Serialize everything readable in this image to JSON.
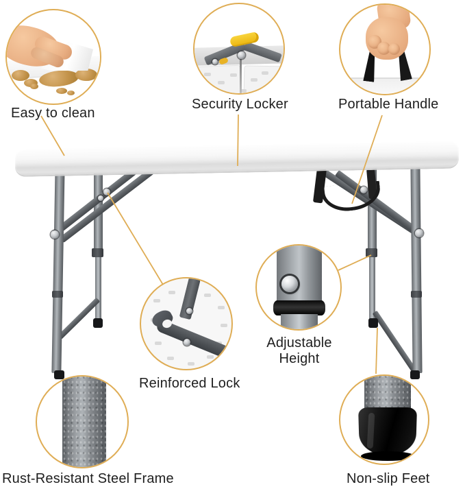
{
  "callouts": {
    "easy_clean": {
      "label": "Easy to clean",
      "image": "hand-wiping-spill-on-tabletop"
    },
    "security_locker": {
      "label": "Security Locker",
      "image": "folding-lock-mechanism-with-yellow-latch"
    },
    "portable_handle": {
      "label": "Portable Handle",
      "image": "hand-gripping-black-carry-straps"
    },
    "adjustable_height": {
      "label": "Adjustable Height",
      "image": "leg-pole-push-button-and-collar"
    },
    "reinforced_lock": {
      "label": "Reinforced Lock",
      "image": "steel-lock-bracket-under-table"
    },
    "steel_frame": {
      "label": "Rust-Resistant Steel Frame",
      "image": "textured-steel-leg-pole"
    },
    "non_slip_feet": {
      "label": "Non-slip Feet",
      "image": "black-rubber-foot-cap"
    }
  },
  "colors": {
    "accent": "#DFAD55",
    "lock_yellow": "#F2C322",
    "leg_gray": "#8A8F93",
    "strap_black": "#1A1A1A",
    "text": "#1E1E1E"
  }
}
